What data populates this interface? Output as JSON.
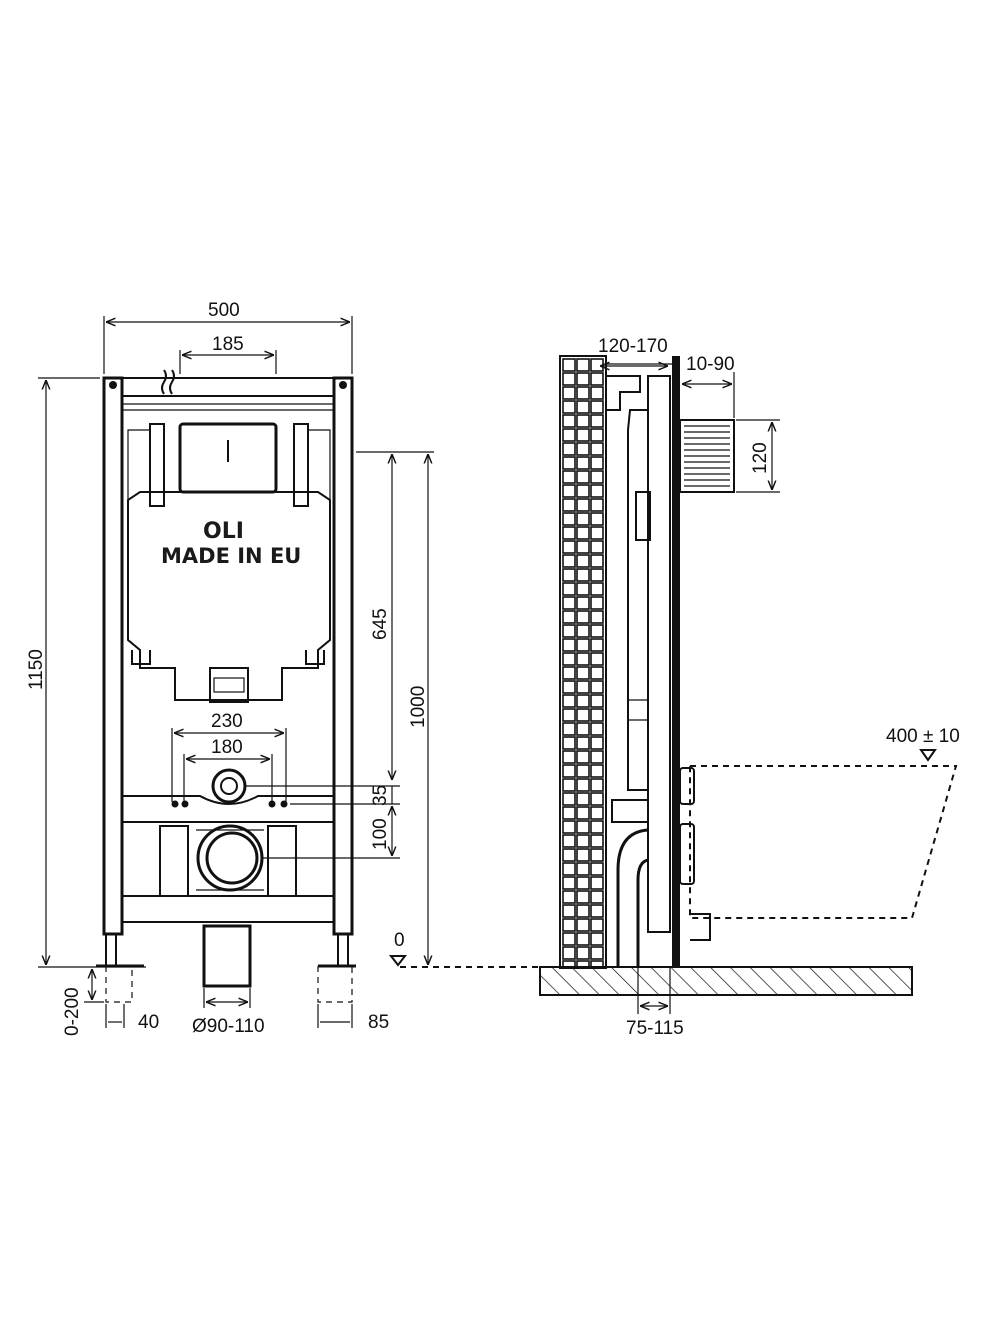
{
  "front_view": {
    "dims": {
      "width_total": "500",
      "width_inner": "185",
      "height_total": "1150",
      "height_1000": "1000",
      "height_645": "645",
      "spacing_230": "230",
      "spacing_180": "180",
      "offset_35": "35",
      "offset_100": "100",
      "leg_adjust": "0-200",
      "leg_40": "40",
      "pipe_diameter": "Ø90-110",
      "foot_85": "85",
      "floor_zero": "0"
    },
    "logo": {
      "brand": "OLI",
      "origin": "MADE IN EU"
    }
  },
  "side_view": {
    "dims": {
      "depth": "120-170",
      "offset_10_90": "10-90",
      "height_120": "120",
      "bowl_400": "400 ± 10",
      "pipe_75_115": "75-115"
    }
  },
  "colors": {
    "line": "#111111",
    "fill_dark": "#1a1a1a",
    "background": "#ffffff"
  }
}
